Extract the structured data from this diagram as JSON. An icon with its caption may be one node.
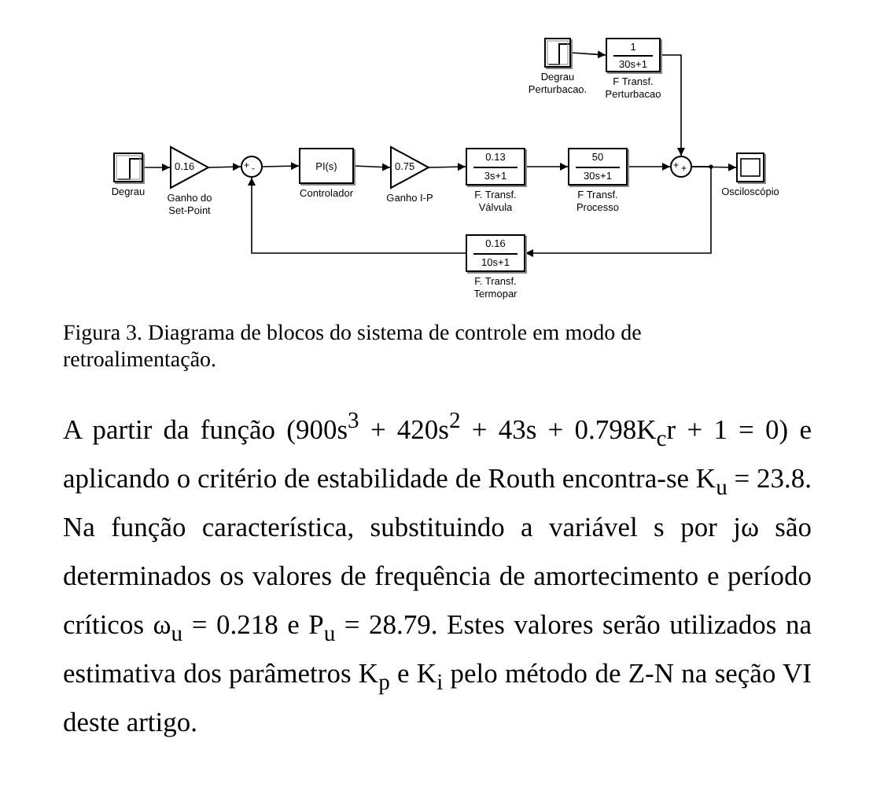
{
  "diagram": {
    "caption": "Figura 3. Diagrama de blocos do sistema de controle em modo de retroalimentação.",
    "nodes": [
      {
        "text": [],
        "shape": "box",
        "beside": [
          "Degrau Perturbacao."
        ]
      },
      {
        "text": [
          "1",
          "30s+1"
        ],
        "beside": [
          "F Transf. Perturbacao"
        ]
      },
      {
        "text": [],
        "shape": "box",
        "beside": [
          "Degrau"
        ]
      },
      {
        "text": [
          "0.16"
        ],
        "beside": [
          "Ganho do Set-Point"
        ]
      },
      {
        "text": [
          "+",
          "-"
        ]
      },
      {
        "text": [
          "PI(s)"
        ],
        "beside": [
          "Controlador"
        ]
      },
      {
        "text": [
          "0.75"
        ],
        "beside": [
          "Ganho I-P"
        ]
      },
      {
        "text": [
          "0.13",
          "3s+1"
        ],
        "beside": [
          "F. Transf. Válvula"
        ]
      },
      {
        "text": [
          "50",
          "30s+1"
        ],
        "beside": [
          "F Transf. Processo"
        ]
      },
      {
        "text": [
          "+",
          "+"
        ]
      },
      {
        "text": [],
        "shape": "box",
        "beside": [
          "Osciloscópio"
        ]
      },
      {
        "text": [
          "0.16",
          "10s+1"
        ],
        "beside": [
          "F. Transf. Termopar"
        ]
      }
    ],
    "edges": [
      {
        "from": 0,
        "to": 1,
        "arrow": "to"
      },
      {
        "from": 1,
        "to": 9,
        "arrow": "to"
      },
      {
        "from": 2,
        "to": 3,
        "arrow": "to"
      },
      {
        "from": 3,
        "to": 4,
        "arrow": "to"
      },
      {
        "from": 4,
        "to": 5,
        "arrow": "to"
      },
      {
        "from": 5,
        "to": 6,
        "arrow": "to"
      },
      {
        "from": 6,
        "to": 7,
        "arrow": "to"
      },
      {
        "from": 7,
        "to": 8,
        "arrow": "to"
      },
      {
        "from": 8,
        "to": 9,
        "arrow": "to"
      },
      {
        "from": 9,
        "to": 10,
        "arrow": "to"
      },
      {
        "from": 9,
        "to": 11,
        "arrow": "to"
      },
      {
        "from": 11,
        "to": 4,
        "arrow": "to"
      }
    ],
    "labels": [
      "A partir da função (900s$^{3}$ + 420s$^{2}$ + 43s + 0.798K$_{c}$r + 1 = 0) e aplicando o critério de estabilidade de Routh encontra-se K$_{u}$ = 23.8. Na função característica, substituindo a variável s por jω são determinados os valores de frequência de amortecimento e período críticos ω$_{u}$ = 0.218 e P$_{u}$ = 28.79. Estes valores serão utilizados na estimativa dos parâmetros K$_{p}$ e K$_{i}$ pelo método de Z-N na seção VI deste artigo."
    ]
  }
}
